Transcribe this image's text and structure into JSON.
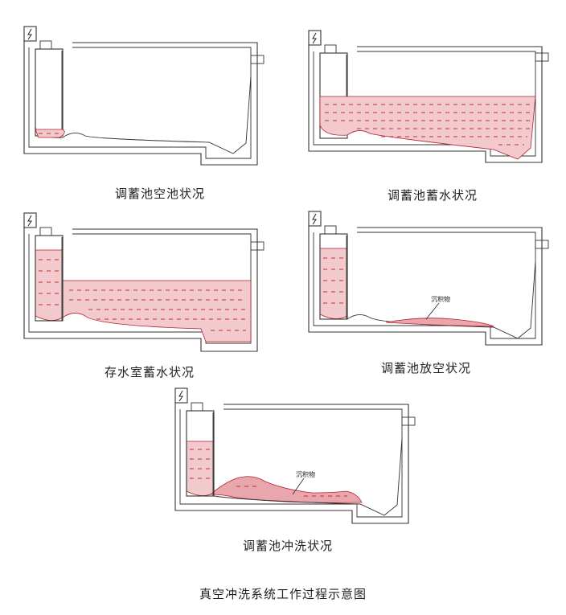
{
  "panels": [
    {
      "caption": "调蓄池空池状况"
    },
    {
      "caption": "调蓄池蓄水状况"
    },
    {
      "caption": "存水室蓄水状况"
    },
    {
      "caption": "调蓄池放空状况",
      "sediment_label": "沉积物"
    },
    {
      "caption": "调蓄池冲洗状况",
      "sediment_label": "沉积物"
    }
  ],
  "main_title": "真空冲洗系统工作过程示意图",
  "colors": {
    "water_fill": "#f2c9cd",
    "water_line": "#b3202c",
    "wall": "#333333"
  }
}
